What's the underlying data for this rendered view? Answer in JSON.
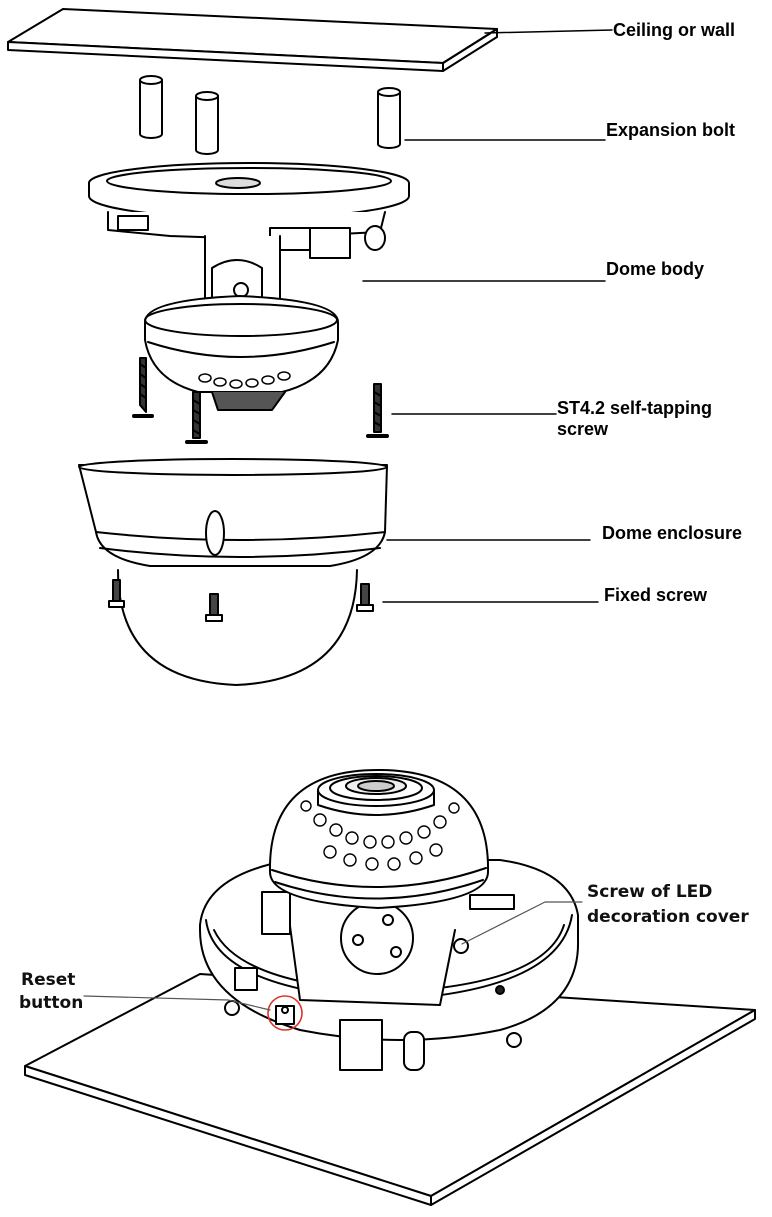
{
  "exploded_view": {
    "labels": {
      "ceiling": "Ceiling or wall",
      "expansion_bolt": "Expansion bolt",
      "dome_body": "Dome body",
      "self_tapping_screw_line1": "ST4.2 self-tapping",
      "self_tapping_screw_line2": "screw",
      "dome_enclosure": "Dome enclosure",
      "fixed_screw": "Fixed screw"
    }
  },
  "installed_view": {
    "labels": {
      "screw_led_line1": "Screw of LED",
      "screw_led_line2": "decoration cover",
      "reset_line1": "Reset",
      "reset_line2": "button"
    },
    "highlight_color": "#d9342b"
  }
}
